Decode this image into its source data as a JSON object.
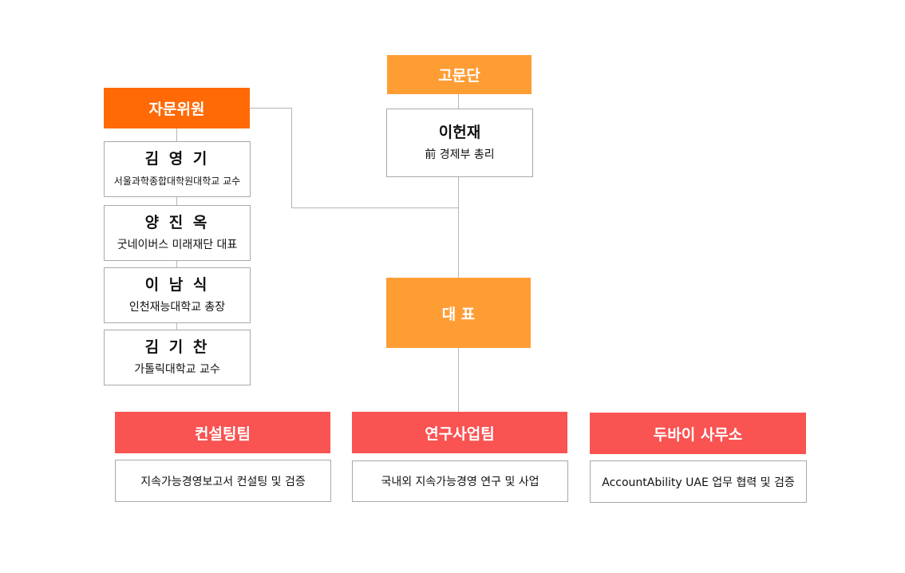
{
  "colors": {
    "advisory_header": "#ff6a06",
    "counsel_header": "#ff9d35",
    "ceo_box": "#ff9d35",
    "team_header": "#f95352",
    "connector": "#b5b5b5",
    "card_border": "#a9a9a9"
  },
  "advisory": {
    "title": "자문위원",
    "members": [
      {
        "name": "김 영 기",
        "role": "서울과학종합대학원대학교 교수"
      },
      {
        "name": "양 진 옥",
        "role": "굿네이버스 미래재단 대표"
      },
      {
        "name": "이 남 식",
        "role": "인천재능대학교 총장"
      },
      {
        "name": "김 기 찬",
        "role": "가톨릭대학교 교수"
      }
    ]
  },
  "counsel": {
    "title": "고문단",
    "member": {
      "name": "이헌재",
      "role": "前 경제부 총리"
    }
  },
  "ceo": {
    "title": "대 표"
  },
  "teams": [
    {
      "title": "컨설팅팀",
      "desc": "지속가능경영보고서 컨설팅 및 검증"
    },
    {
      "title": "연구사업팀",
      "desc": "국내외 지속가능경영 연구 및 사업"
    },
    {
      "title": "두바이 사무소",
      "desc": "AccountAbility UAE 업무 협력 및 검증"
    }
  ]
}
